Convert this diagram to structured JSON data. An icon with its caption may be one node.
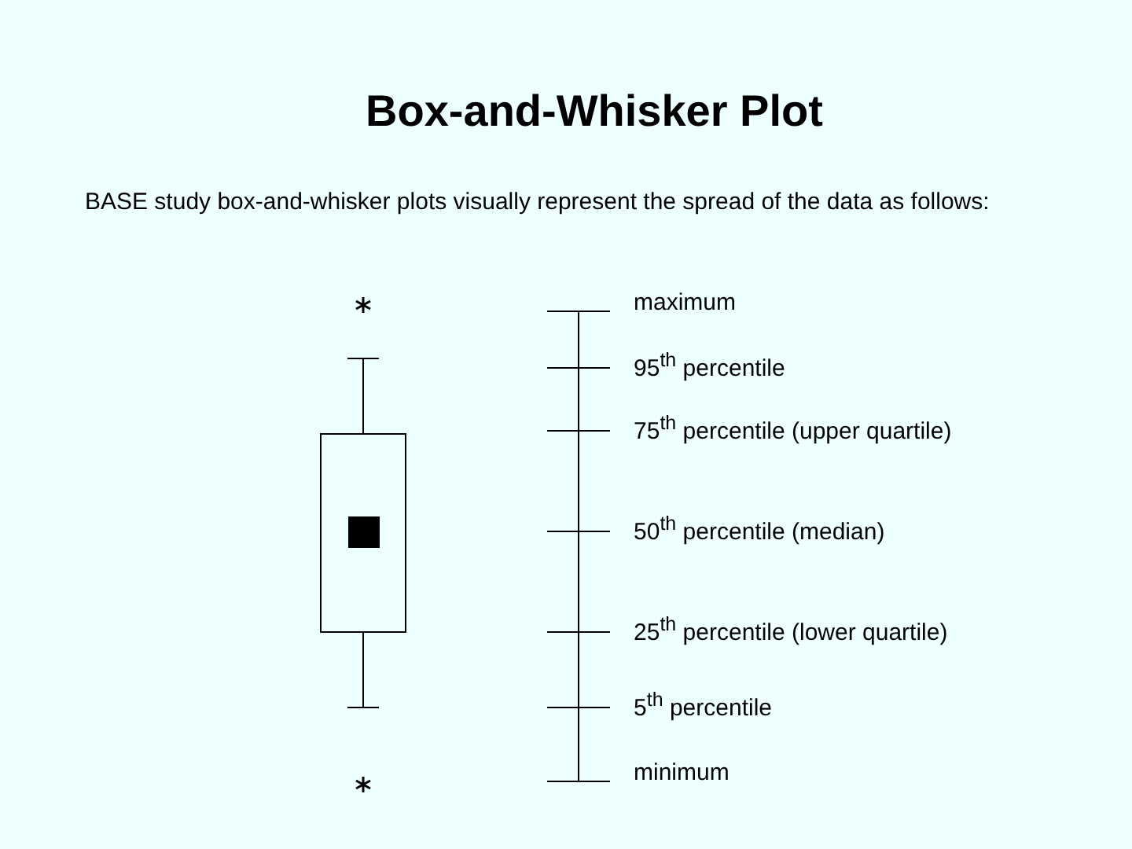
{
  "diagram": {
    "title": "Box-and-Whisker Plot",
    "labels": [
      "BASE study box-and-whisker plots visually represent the spread of the data as follows:",
      "maximum",
      "95$^{th}$ percentile",
      "75$^{th}$ percentile (upper quartile)",
      "50$^{th}$  percentile (median)",
      "25$^{th}$ percentile (lower quartile)",
      "5$^{th}$ percentile",
      "minimum"
    ]
  }
}
